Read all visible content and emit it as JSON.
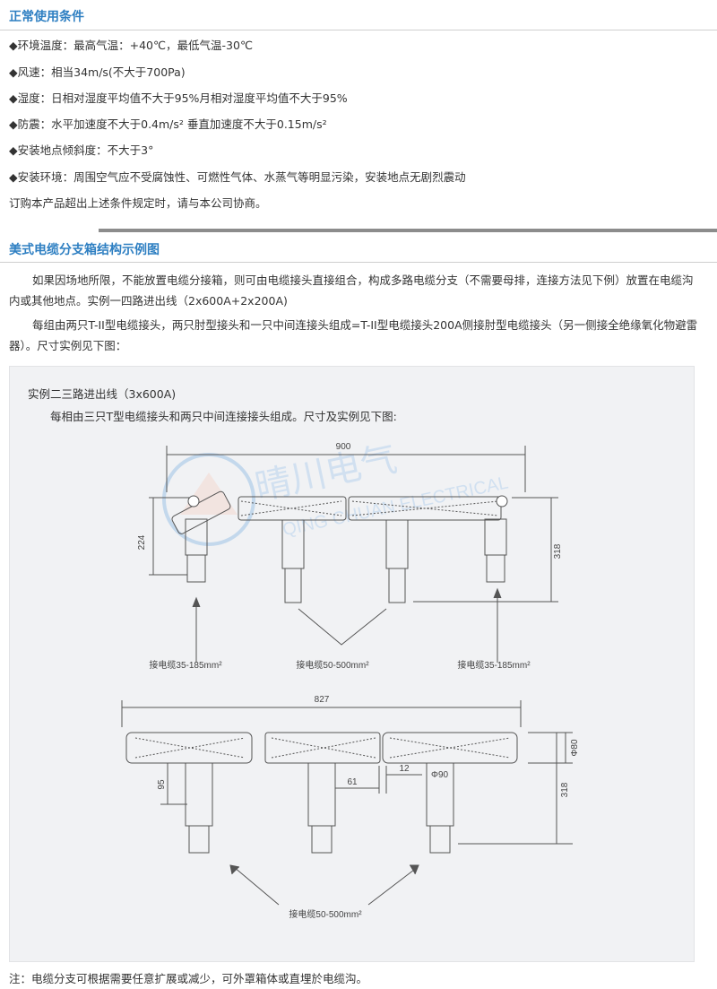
{
  "section1": {
    "title": "正常使用条件",
    "bullets": [
      "◆环境温度：最高气温：+40℃，最低气温-30℃",
      "◆风速：相当34m/s(不大于700Pa)",
      "◆湿度：日相对湿度平均值不大于95%月相对湿度平均值不大于95%",
      "◆防震：水平加速度不大于0.4m/s² 垂直加速度不大于0.15m/s²",
      "◆安装地点倾斜度：不大于3°",
      "◆安装环境：周围空气应不受腐蚀性、可燃性气体、水蒸气等明显污染，安装地点无剧烈震动"
    ],
    "footer": "订购本产品超出上述条件规定时，请与本公司协商。"
  },
  "section2": {
    "title": "美式电缆分支箱结构示例图",
    "para1": "如果因场地所限，不能放置电缆分接箱，则可由电缆接头直接组合，构成多路电缆分支（不需要母排，连接方法见下例）放置在电缆沟内或其他地点。实例一四路进出线（2x600A+2x200A)",
    "para2": "每组由两只T-II型电缆接头，两只肘型接头和一只中间连接头组成=T-II型电缆接头200A侧接肘型电缆接头（另一侧接全绝缘氧化物避雷器）。尺寸实例见下图："
  },
  "figure": {
    "title": "实例二三路进出线（3x600A)",
    "subtitle": "每相由三只T型电缆接头和两只中间连接接头组成。尺寸及实例见下图:",
    "watermark_cn": "晴川电气",
    "watermark_en": "QING CHUAN ELECTRICAL",
    "top": {
      "dim_width": "900",
      "dim_left_height": "224",
      "dim_right_height": "318",
      "label_left": "接电缆35-185mm²",
      "label_center": "接电缆50-500mm²",
      "label_right": "接电缆35-185mm²"
    },
    "bottom": {
      "dim_width": "827",
      "dim_diameter_80": "Φ80",
      "dim_diameter_90": "Φ90",
      "dim_95": "95",
      "dim_61": "61",
      "dim_12": "12",
      "dim_height": "318",
      "label_center": "接电缆50-500mm²"
    }
  },
  "note": "注：电缆分支可根据需要任意扩展或减少，可外罩箱体或直埋於电缆沟。",
  "colors": {
    "accent": "#2e7fc2",
    "drawing": "#555555",
    "panel": "#f1f2f4"
  }
}
